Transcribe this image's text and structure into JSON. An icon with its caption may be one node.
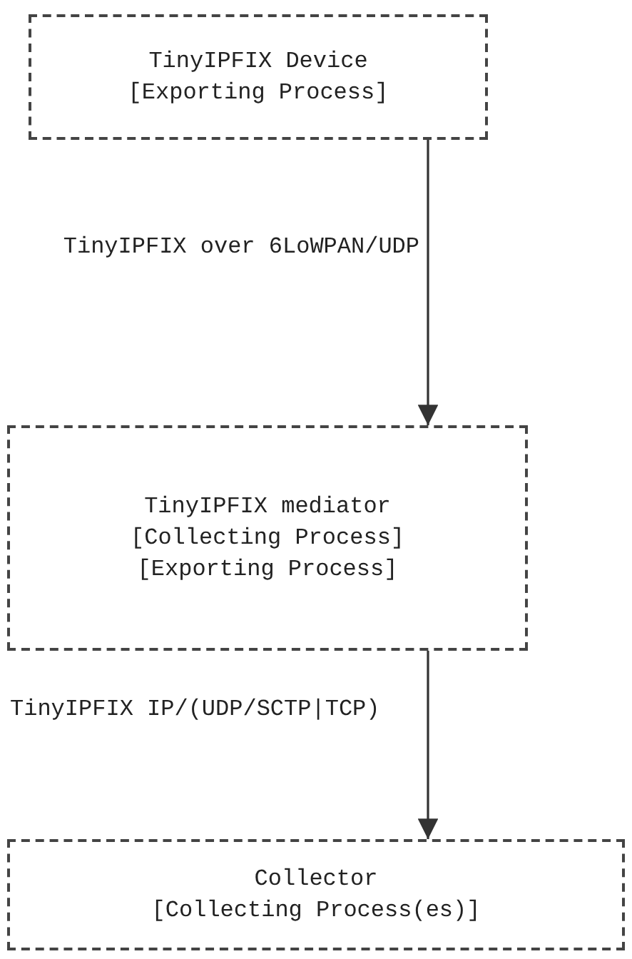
{
  "diagram": {
    "nodes": [
      {
        "text": [
          "TinyIPFIX Device",
          "[Exporting Process]"
        ]
      },
      {
        "text": [
          "TinyIPFIX mediator",
          "[Collecting Process]",
          "[Exporting Process]"
        ]
      },
      {
        "text": [
          "Collector",
          "[Collecting Process(es)]"
        ]
      }
    ],
    "edges": [
      {
        "from": 0,
        "to": 1,
        "arrow": "to",
        "label": "TinyIPFIX over 6LoWPAN/UDP"
      },
      {
        "from": 1,
        "to": 2,
        "arrow": "to",
        "label": "TinyIPFIX IP/(UDP/SCTP|TCP)"
      }
    ]
  }
}
